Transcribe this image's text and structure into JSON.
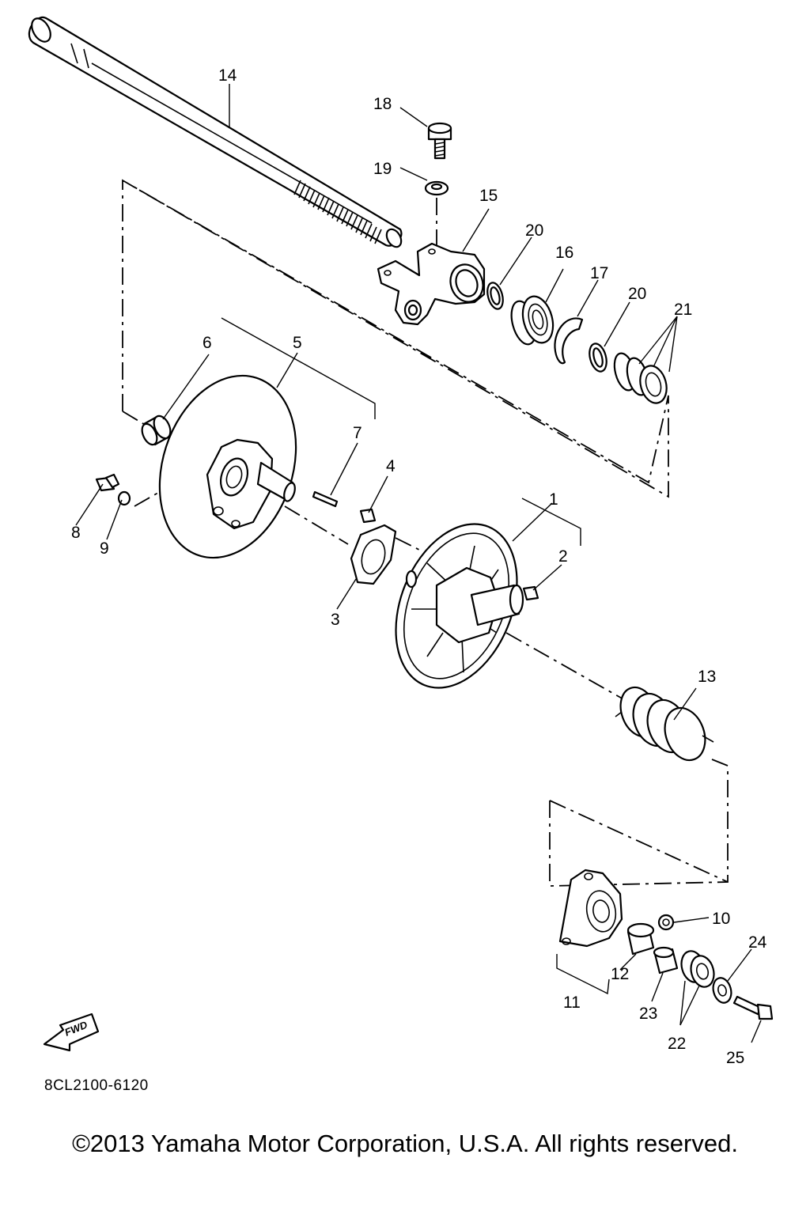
{
  "diagram": {
    "drawing_code": "8CL2100-6120",
    "copyright": "©2013 Yamaha Motor Corporation, U.S.A. All rights reserved.",
    "fwd_label": "FWD",
    "callouts": [
      "1",
      "2",
      "3",
      "4",
      "5",
      "6",
      "7",
      "8",
      "9",
      "10",
      "11",
      "12",
      "13",
      "14",
      "15",
      "16",
      "17",
      "18",
      "19",
      "20",
      "20",
      "21",
      "22",
      "23",
      "24",
      "25"
    ]
  }
}
